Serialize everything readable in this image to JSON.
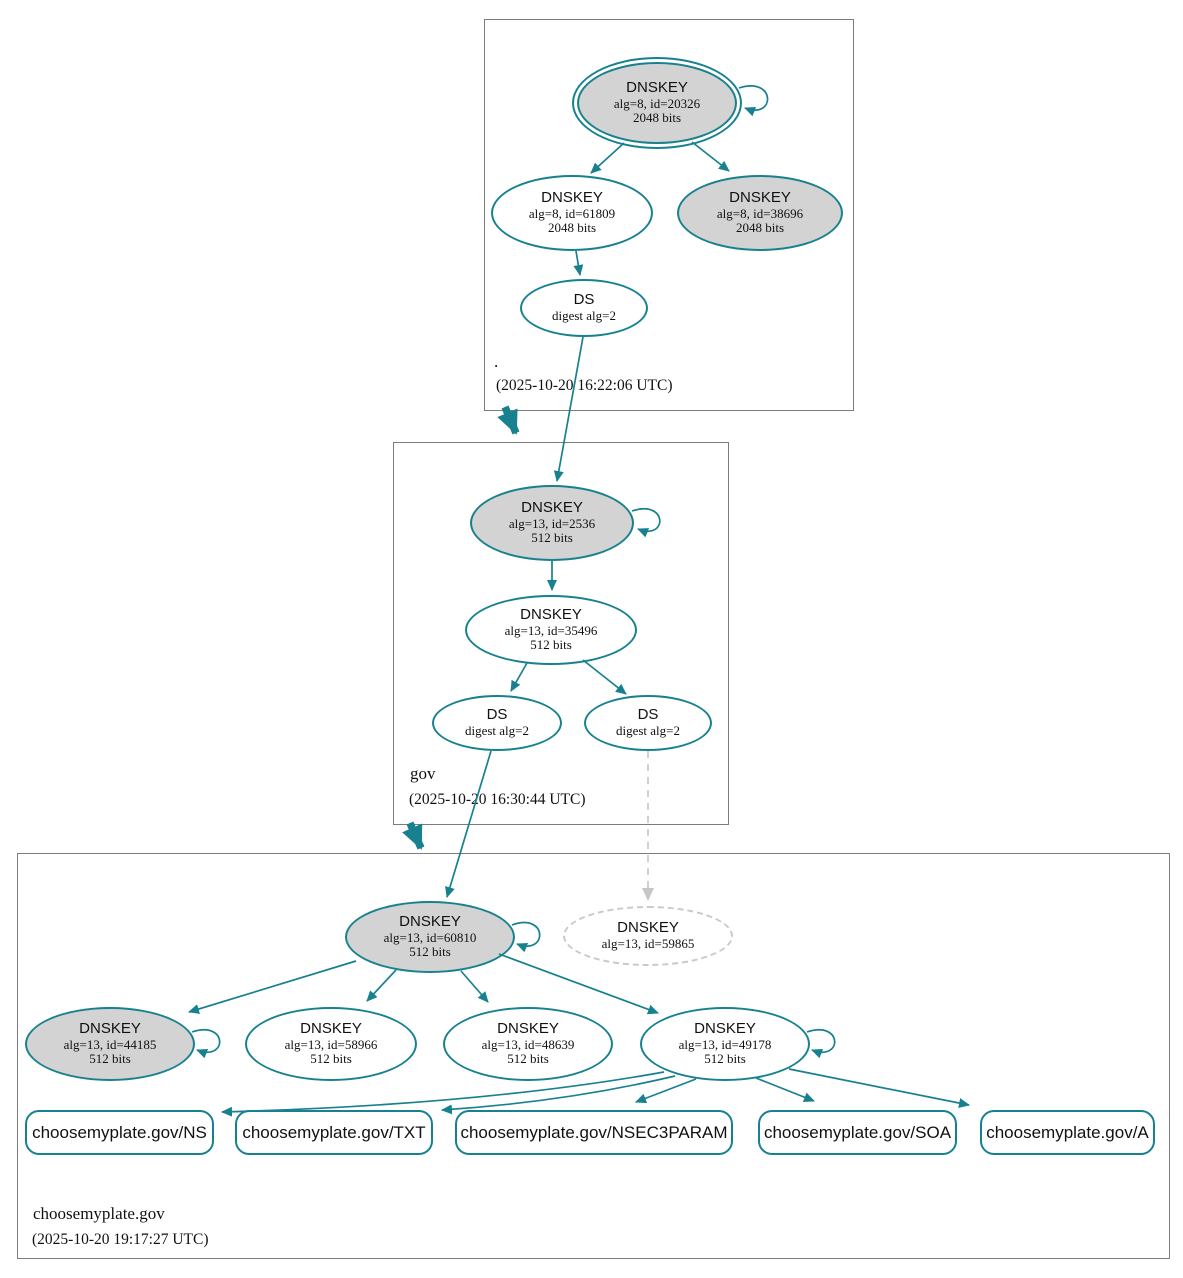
{
  "diagram_type": "dnssec-authentication-chain",
  "colors": {
    "secure_teal": "#17818f",
    "node_fill_gray": "#d3d3d3",
    "insecure_gray": "#c9c9c9",
    "box_border": "#7c7c7c"
  },
  "zones": {
    "root": {
      "name": ".",
      "timestamp": "(2025-10-20 16:22:06 UTC)"
    },
    "gov": {
      "name": "gov",
      "timestamp": "(2025-10-20 16:30:44 UTC)"
    },
    "cmp": {
      "name": "choosemyplate.gov",
      "timestamp": "(2025-10-20 19:17:27 UTC)"
    }
  },
  "nodes": {
    "root_ksk_20326": {
      "type": "DNSKEY",
      "alg": "alg=8, id=20326",
      "bits": "2048 bits"
    },
    "root_key_61809": {
      "type": "DNSKEY",
      "alg": "alg=8, id=61809",
      "bits": "2048 bits"
    },
    "root_key_38696": {
      "type": "DNSKEY",
      "alg": "alg=8, id=38696",
      "bits": "2048 bits"
    },
    "root_ds": {
      "type": "DS",
      "alg": "digest alg=2"
    },
    "gov_ksk_2536": {
      "type": "DNSKEY",
      "alg": "alg=13, id=2536",
      "bits": "512 bits"
    },
    "gov_key_35496": {
      "type": "DNSKEY",
      "alg": "alg=13, id=35496",
      "bits": "512 bits"
    },
    "gov_ds_1": {
      "type": "DS",
      "alg": "digest alg=2"
    },
    "gov_ds_2": {
      "type": "DS",
      "alg": "digest alg=2"
    },
    "cmp_ksk_60810": {
      "type": "DNSKEY",
      "alg": "alg=13, id=60810",
      "bits": "512 bits"
    },
    "cmp_missing_59865": {
      "type": "DNSKEY",
      "alg": "alg=13, id=59865"
    },
    "cmp_key_44185": {
      "type": "DNSKEY",
      "alg": "alg=13, id=44185",
      "bits": "512 bits"
    },
    "cmp_key_58966": {
      "type": "DNSKEY",
      "alg": "alg=13, id=58966",
      "bits": "512 bits"
    },
    "cmp_key_48639": {
      "type": "DNSKEY",
      "alg": "alg=13, id=48639",
      "bits": "512 bits"
    },
    "cmp_key_49178": {
      "type": "DNSKEY",
      "alg": "alg=13, id=49178",
      "bits": "512 bits"
    }
  },
  "rrsets": {
    "ns": "choosemyplate.gov/NS",
    "txt": "choosemyplate.gov/TXT",
    "nsec3param": "choosemyplate.gov/NSEC3PARAM",
    "soa": "choosemyplate.gov/SOA",
    "a": "choosemyplate.gov/A"
  }
}
